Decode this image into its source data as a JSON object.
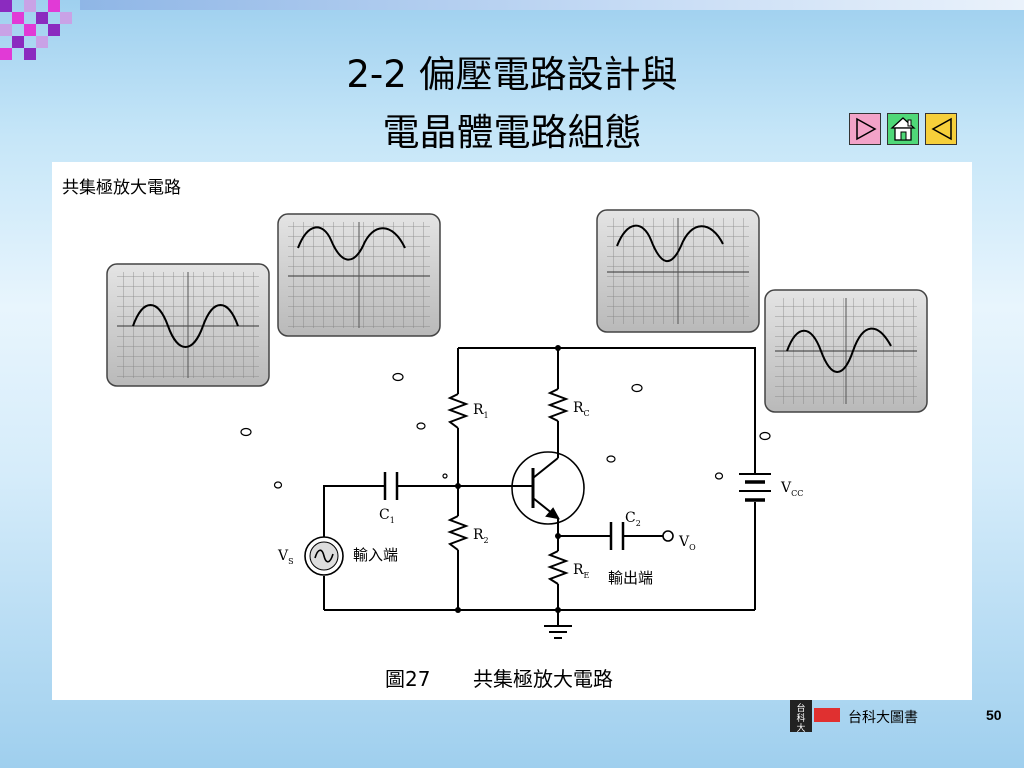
{
  "slide": {
    "title_line1": "2-2 偏壓電路設計與",
    "title_line2": "電晶體電路組態",
    "subtitle": "共集極放大電路",
    "page_number": "50",
    "publisher": "台科大圖書"
  },
  "figure": {
    "caption_number": "圖27",
    "caption_text": "共集極放大電路",
    "labels": {
      "r1": "R",
      "r1_sub": "1",
      "rc": "R",
      "rc_sub": "C",
      "r2": "R",
      "r2_sub": "2",
      "re": "R",
      "re_sub": "E",
      "c1": "C",
      "c1_sub": "1",
      "c2": "C",
      "c2_sub": "2",
      "vcc": "V",
      "vcc_sub": "CC",
      "vs": "V",
      "vs_sub": "S",
      "vo": "V",
      "vo_sub": "O",
      "input": "輸入端",
      "output": "輸出端"
    }
  },
  "nav": {
    "next_icon": "play-right-icon",
    "home_icon": "home-icon",
    "prev_icon": "play-left-icon"
  },
  "logo_text": [
    "台",
    "科",
    "大"
  ],
  "colors": {
    "next_button": "#f3a3c8",
    "home_button": "#4fd878",
    "prev_button": "#f6cf3a",
    "deco_purple": "#8b2bbf",
    "deco_magenta": "#e13ad6"
  }
}
